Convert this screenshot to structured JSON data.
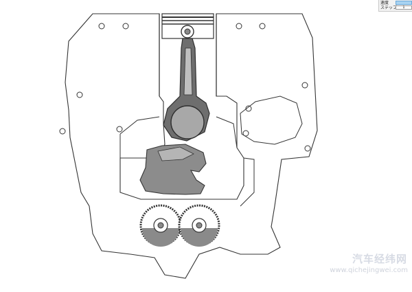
{
  "controls": {
    "speed_label": "速度",
    "step_label": "ステップ",
    "step_value": "1"
  },
  "watermark": {
    "title": "汽车经纬网",
    "url": "www.qichejingwei.com"
  },
  "colors": {
    "outline": "#333333",
    "part_fill": "#8a8a8a",
    "part_dark": "#555555",
    "gear_fill": "#b5b5b5",
    "slider_fill": "#a9d3f1",
    "watermark": "#d7dbe4"
  }
}
